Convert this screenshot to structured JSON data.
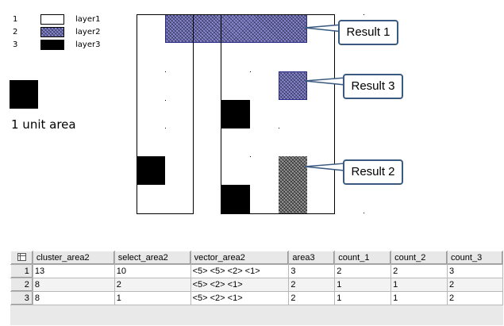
{
  "legend": {
    "items": [
      {
        "num": "1",
        "label": "layer1",
        "color": "#ffffff"
      },
      {
        "num": "2",
        "label": "layer2",
        "color": "#8a8ad8"
      },
      {
        "num": "3",
        "label": "layer3",
        "color": "#000000"
      }
    ]
  },
  "unit": {
    "label": "1 unit area"
  },
  "callouts": {
    "result1": "Result 1",
    "result2": "Result 2",
    "result3": "Result 3",
    "border_color": "#3a5a80"
  },
  "table": {
    "columns": [
      "cluster_area2",
      "select_area2",
      "vector_area2",
      "area3",
      "count_1",
      "count_2",
      "count_3"
    ],
    "rows": [
      {
        "num": "1",
        "cells": [
          "13",
          "10",
          "<5> <5> <2> <1>",
          "3",
          "2",
          "2",
          "3"
        ]
      },
      {
        "num": "2",
        "cells": [
          "8",
          "2",
          "<5> <2> <1>",
          "2",
          "1",
          "1",
          "2"
        ]
      },
      {
        "num": "3",
        "cells": [
          "8",
          "1",
          "<5> <2> <1>",
          "2",
          "1",
          "1",
          "2"
        ]
      }
    ]
  }
}
